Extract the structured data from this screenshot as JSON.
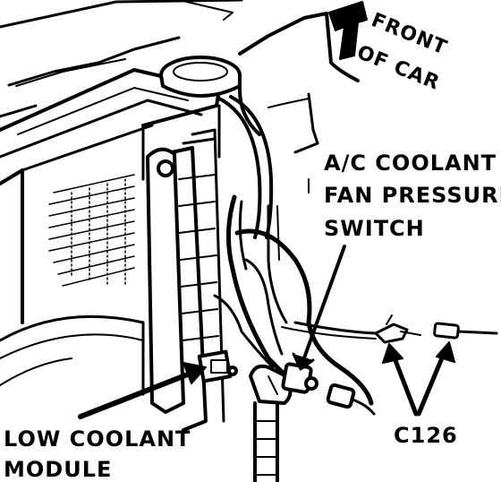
{
  "labels": {
    "ac_switch_line1": "A/C COOLANT",
    "ac_switch_line2": "FAN PRESSURE",
    "ac_switch_line3": "SWITCH",
    "low_coolant_line1": "LOW COOLANT",
    "low_coolant_line2": "MODULE",
    "connector": "C126",
    "front_line1": "FRONT",
    "front_line2": "OF CAR"
  },
  "icons": {
    "front_arrow": "front-arrow-icon"
  },
  "colors": {
    "ink": "#000000",
    "paper": "#ffffff"
  }
}
